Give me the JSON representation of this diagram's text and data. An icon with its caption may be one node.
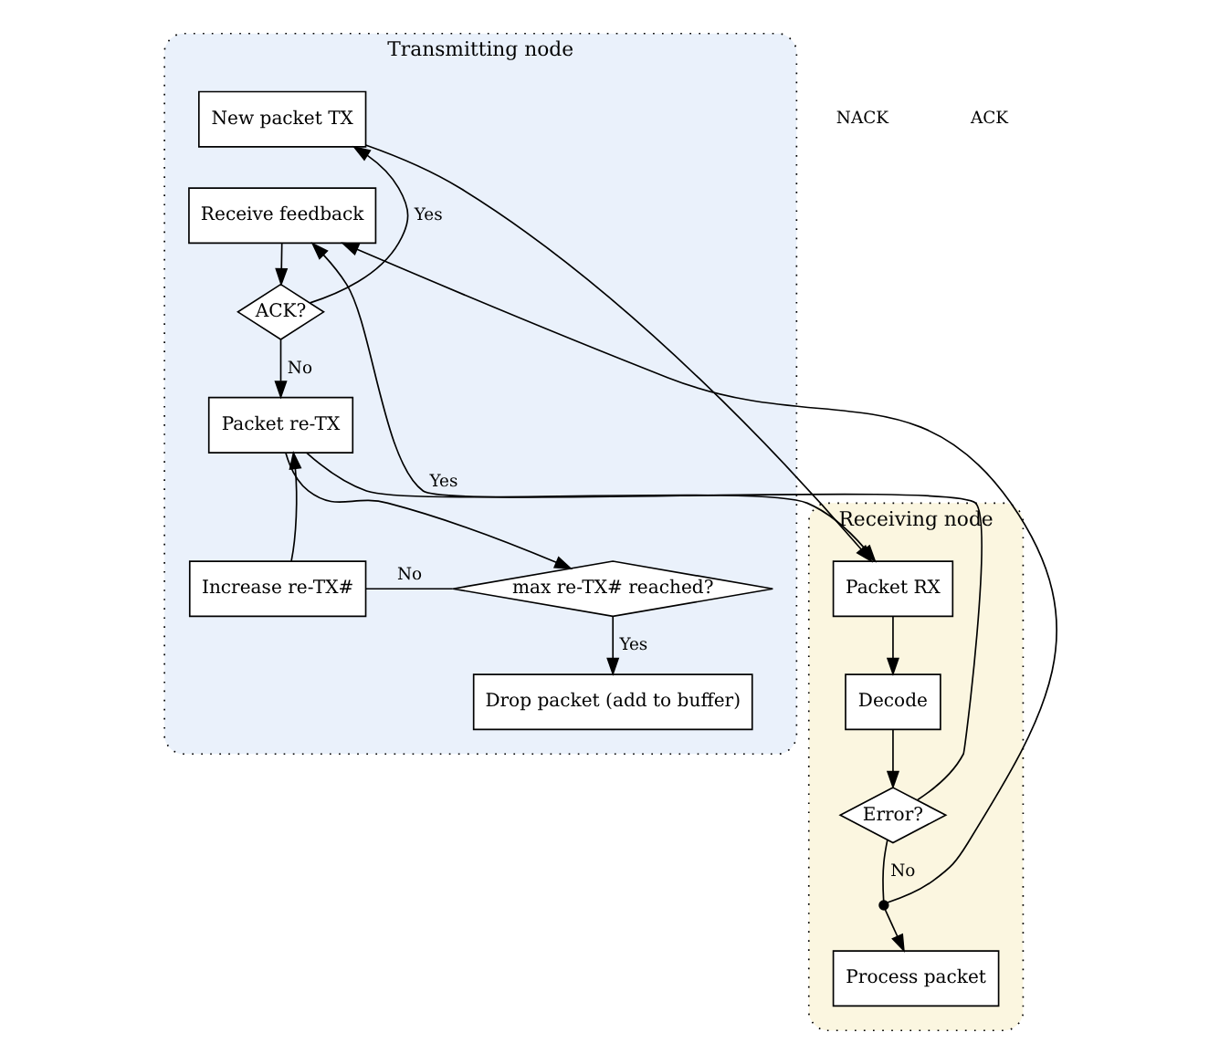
{
  "diagram": {
    "nodes": [
      {
        "text": [
          "Transmitting node"
        ]
      },
      {
        "text": [
          "New packet TX"
        ],
        "in": 0
      },
      {
        "text": [
          "Receive feedback"
        ],
        "in": 0
      },
      {
        "text": [
          "ACK?"
        ],
        "in": 0
      },
      {
        "text": [
          "Packet re-TX"
        ],
        "in": 0
      },
      {
        "text": [
          "Increase re-TX#"
        ],
        "in": 0
      },
      {
        "text": [
          "max re-TX# reached?"
        ],
        "in": 0
      },
      {
        "text": [
          "Drop packet (add to buffer)"
        ],
        "in": 0
      },
      {
        "text": [
          "Receiving node"
        ]
      },
      {
        "text": [
          "Packet RX"
        ],
        "in": 8
      },
      {
        "text": [
          "Decode"
        ],
        "in": 8
      },
      {
        "text": [
          "Error?"
        ],
        "in": 8
      },
      {
        "text": [],
        "shape": "circle",
        "in": 8
      },
      {
        "text": [
          "Process packet"
        ],
        "in": 8
      }
    ],
    "edges": [
      {
        "from": 1,
        "to": 9,
        "arrow": "to"
      },
      {
        "from": 4,
        "to": 9,
        "arrow": "to"
      },
      {
        "from": 2,
        "to": 3,
        "arrow": "to"
      },
      {
        "from": 3,
        "to": 1,
        "arrow": "to",
        "label": "Yes"
      },
      {
        "from": 3,
        "to": 4,
        "arrow": "to",
        "label": "No"
      },
      {
        "from": 4,
        "to": 6,
        "arrow": "to"
      },
      {
        "from": 6,
        "to": 5,
        "arrow": "none",
        "label": "No"
      },
      {
        "from": 5,
        "to": 4,
        "arrow": "to"
      },
      {
        "from": 6,
        "to": 7,
        "arrow": "to",
        "label": "Yes"
      },
      {
        "from": 9,
        "to": 10,
        "arrow": "to"
      },
      {
        "from": 10,
        "to": 11,
        "arrow": "to"
      },
      {
        "from": 11,
        "to": 2,
        "arrow": "to",
        "label": "Yes"
      },
      {
        "from": 11,
        "to": 12,
        "arrow": "none",
        "label": "No"
      },
      {
        "from": 12,
        "to": 2,
        "arrow": "to"
      },
      {
        "from": 12,
        "to": 13,
        "arrow": "to"
      }
    ],
    "labels": [
      "NACK",
      "ACK"
    ]
  }
}
